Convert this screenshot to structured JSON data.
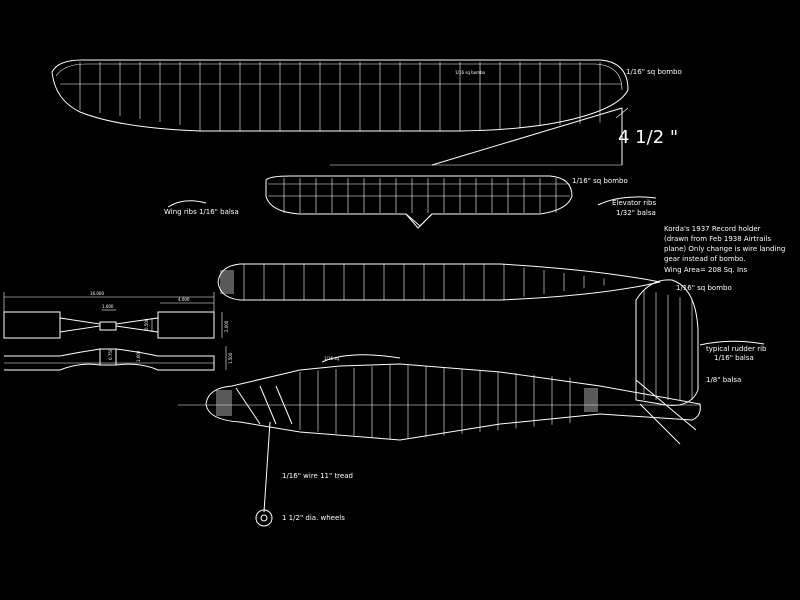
{
  "labels": {
    "wing_spar": "1/16\" sq bombo",
    "wing_height": "4 1/2 \"",
    "wing_rib": "Wing ribs 1/16\" balsa",
    "elevator_spar": "1/16\" sq bombo",
    "elevator_rib_line1": "Elevator ribs",
    "elevator_rib_line2": "1/32\" balsa",
    "notes": [
      "Korda's 1937   Record holder",
      "(drawn from Feb 1938 Airtrails",
      "plane) Only change is wire landing",
      "gear instead of bombo.",
      "Wing Area=   208 Sq. Ins"
    ],
    "rudder_spar": "1/16\" sq bombo",
    "rudder_rib_line1": "typical rudder rib",
    "rudder_rib_line2": "1/16\" balsa",
    "balsa_eighth": "1/8\" balsa",
    "gear": "1/16\" wire 11\" tread",
    "wheels": "1 1/2\" dia. wheels",
    "dim_total": "16.000",
    "dim_hub": "4.000",
    "dim_a": "1.000",
    "dim_b": "0.500",
    "dim_c": "2.000",
    "dim_d": "1.000",
    "dim_e": "1.500",
    "dim_f": "0.750"
  }
}
